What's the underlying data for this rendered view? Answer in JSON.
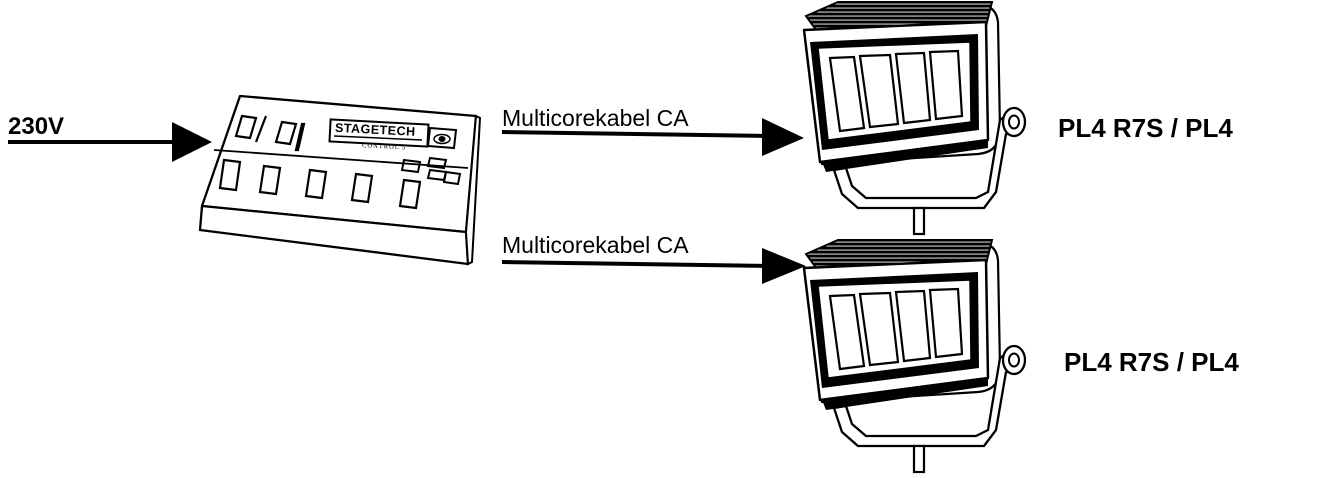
{
  "power": {
    "label": "230V"
  },
  "controller": {
    "brand": "STAGETECH",
    "model": "CONTROL 5"
  },
  "cables": [
    {
      "label": "Multicorekabel CA"
    },
    {
      "label": "Multicorekabel CA"
    }
  ],
  "lamps": [
    {
      "label": "PL4 R7S / PL4"
    },
    {
      "label": "PL4 R7S / PL4"
    }
  ]
}
